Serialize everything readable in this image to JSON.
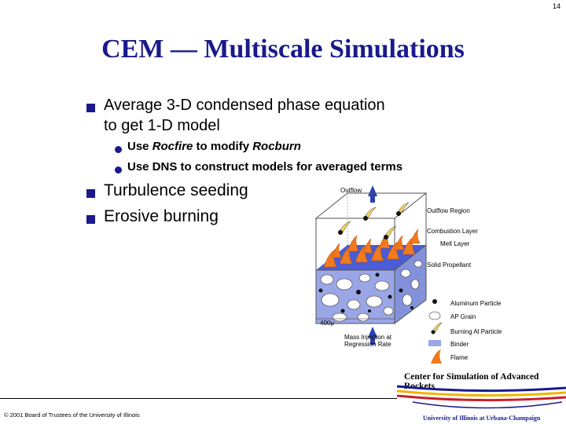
{
  "page_number": "14",
  "title": "CEM — Multiscale Simulations",
  "bullets": [
    {
      "line1": "Average 3-D condensed phase equation",
      "line2": "to get 1-D model",
      "sub": [
        {
          "prefix": "Use ",
          "em": "Rocfire",
          "middle": " to modify ",
          "em2": "Rocburn",
          "suffix": ""
        },
        {
          "text": "Use DNS to construct models for averaged terms"
        }
      ]
    },
    {
      "text": "Turbulence seeding"
    },
    {
      "text": "Erosive burning"
    }
  ],
  "figure": {
    "outflow": "Outflow",
    "outflow_region": "Outflow Region",
    "combustion_layer": "Combustion Layer",
    "melt_layer": "Melt Layer",
    "solid_propellant": "Solid Propellant",
    "dimension": "400μ",
    "mass_injection_1": "Mass Injection at",
    "mass_injection_2": "Regression Rate",
    "legend": [
      "Aluminum Particle",
      "AP Grain",
      "Burning Al Particle",
      "Binder",
      "Flame"
    ]
  },
  "footer": "© 2001 Board of Trustees of the University of Illinois",
  "logo": {
    "csar": "Center for Simulation of Advanced Rockets",
    "uiuc": "University of Illinois at Urbana-Champaign"
  },
  "colors": {
    "title": "#1a1a8c",
    "binder": "#9aa6e6",
    "flame": "#f07a1e",
    "outflow_arrow": "#2a3fb0",
    "logo_blue": "#1a1a8c",
    "logo_yellow": "#f0b400",
    "logo_red": "#c8202a"
  }
}
